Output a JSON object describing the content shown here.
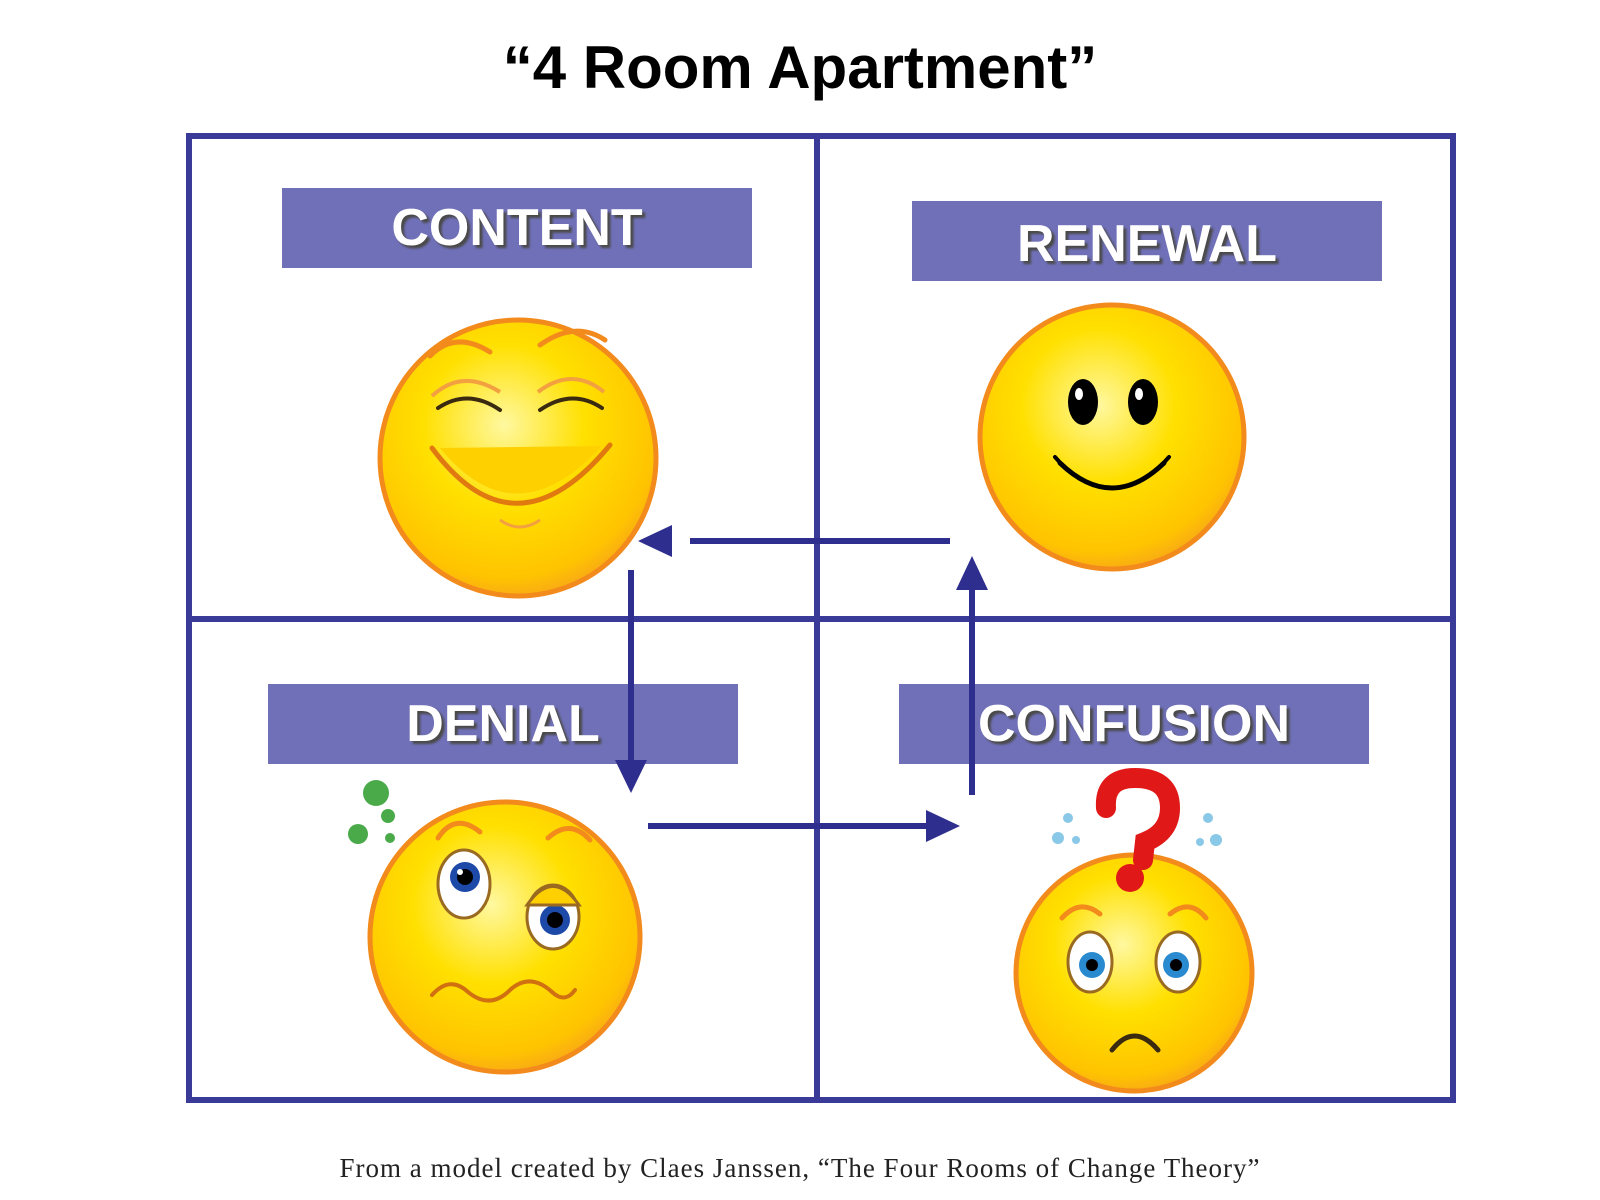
{
  "title": "“4 Room Apartment”",
  "rooms": {
    "content": {
      "label": "CONTENT",
      "face": "content-face-icon"
    },
    "renewal": {
      "label": "RENEWAL",
      "face": "happy-face-icon"
    },
    "denial": {
      "label": "DENIAL",
      "face": "worried-face-icon"
    },
    "confusion": {
      "label": "CONFUSION",
      "face": "confused-face-icon"
    }
  },
  "flow": [
    {
      "from": "CONTENT",
      "to": "DENIAL"
    },
    {
      "from": "DENIAL",
      "to": "CONFUSION"
    },
    {
      "from": "CONFUSION",
      "to": "RENEWAL"
    },
    {
      "from": "RENEWAL",
      "to": "CONTENT"
    }
  ],
  "caption": "From a model created by Claes Janssen, “The Four Rooms of Change Theory”",
  "colors": {
    "frame": "#3a3a98",
    "label_background": "#7070b8",
    "label_text": "#ffffff",
    "arrow": "#2e2e8e",
    "face_fill": "#ffd400",
    "face_outline": "#f28a1c"
  }
}
